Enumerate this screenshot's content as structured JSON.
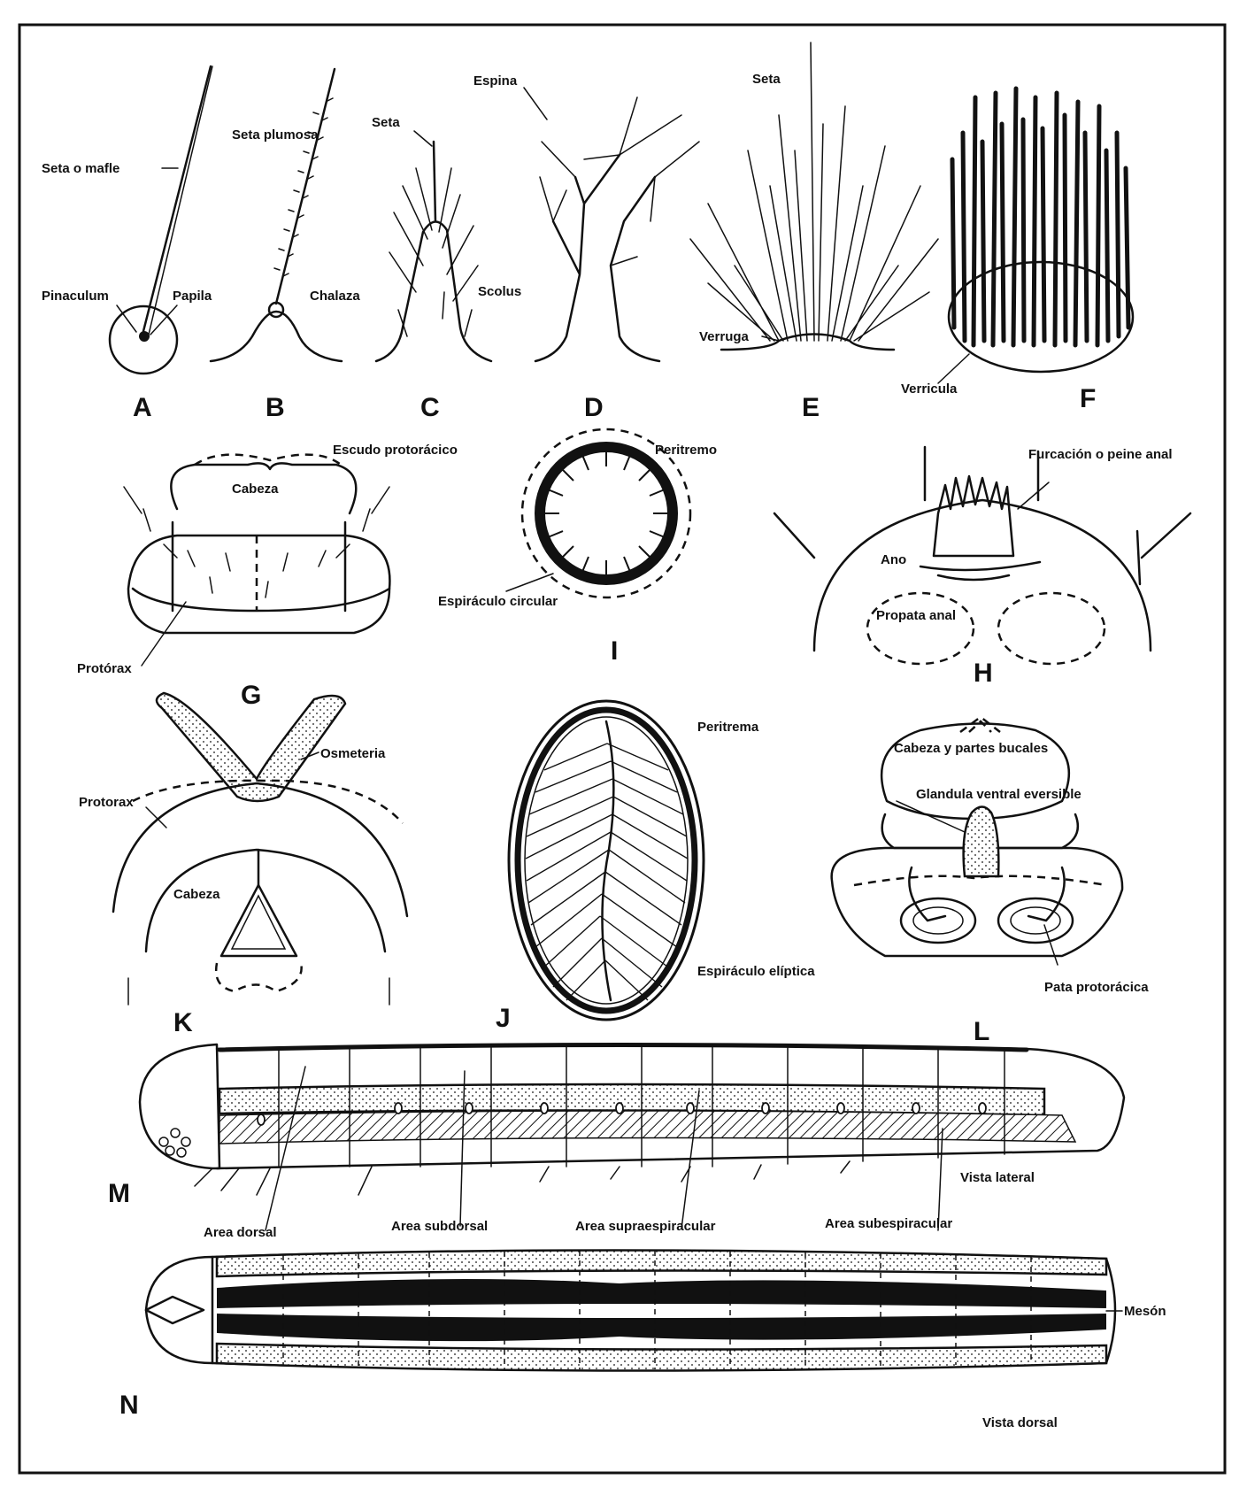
{
  "panels": {
    "A": {
      "letter": "A",
      "seta": "Seta o mafle",
      "pinaculum": "Pinaculum",
      "papila": "Papila"
    },
    "B": {
      "letter": "B",
      "seta_plumosa": "Seta plumosa"
    },
    "C": {
      "letter": "C",
      "seta": "Seta",
      "chalaza": "Chalaza",
      "scolus": "Scolus"
    },
    "D": {
      "letter": "D",
      "espina": "Espina"
    },
    "E": {
      "letter": "E",
      "seta": "Seta",
      "verruga": "Verruga"
    },
    "F": {
      "letter": "F",
      "verricula": "Verricula"
    },
    "G": {
      "letter": "G",
      "escudo": "Escudo protorácico",
      "cabeza": "Cabeza",
      "protorax": "Protórax"
    },
    "I": {
      "letter": "I",
      "peritremo": "Peritremo",
      "espiraculo": "Espiráculo circular"
    },
    "H": {
      "letter": "H",
      "furcacion": "Furcación o peine anal",
      "ano": "Ano",
      "propata": "Propata anal"
    },
    "K": {
      "letter": "K",
      "protorax": "Protorax",
      "osmeteria": "Osmeteria",
      "cabeza": "Cabeza"
    },
    "J": {
      "letter": "J",
      "peritrema": "Peritrema",
      "espiraculo": "Espiráculo elíptica"
    },
    "L": {
      "letter": "L",
      "cabeza": "Cabeza y partes bucales",
      "glandula": "Glandula ventral eversible",
      "pata": "Pata protorácica"
    },
    "M": {
      "letter": "M",
      "vista": "Vista lateral",
      "area_dorsal": "Area dorsal",
      "area_subdorsal": "Area subdorsal",
      "area_supra": "Area supraespiracular",
      "area_sub": "Area subespiracular"
    },
    "N": {
      "letter": "N",
      "meson": "Mesón",
      "vista": "Vista dorsal"
    }
  }
}
